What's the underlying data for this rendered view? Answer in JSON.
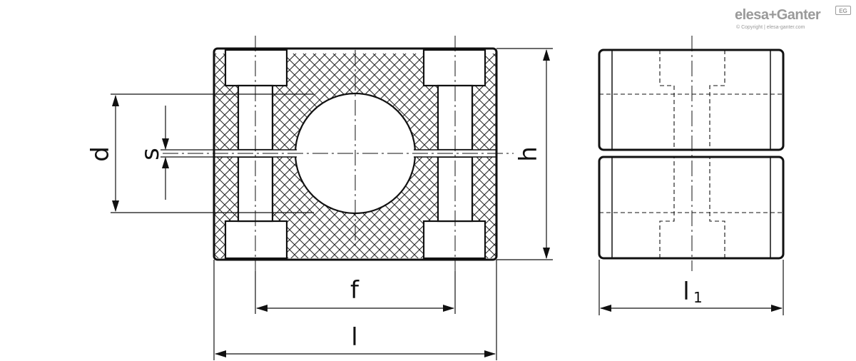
{
  "brand": {
    "name": "elesa+Ganter",
    "badge": "EG",
    "copyright": "© Copyright | elesa-ganter.com"
  },
  "dimensions": {
    "d": "d",
    "s": "s",
    "h": "h",
    "f": "f",
    "l": "l",
    "l1_base": "l",
    "l1_sub": "1"
  },
  "colors": {
    "line": "#111111",
    "brand_gray": "#9a9a9a"
  }
}
